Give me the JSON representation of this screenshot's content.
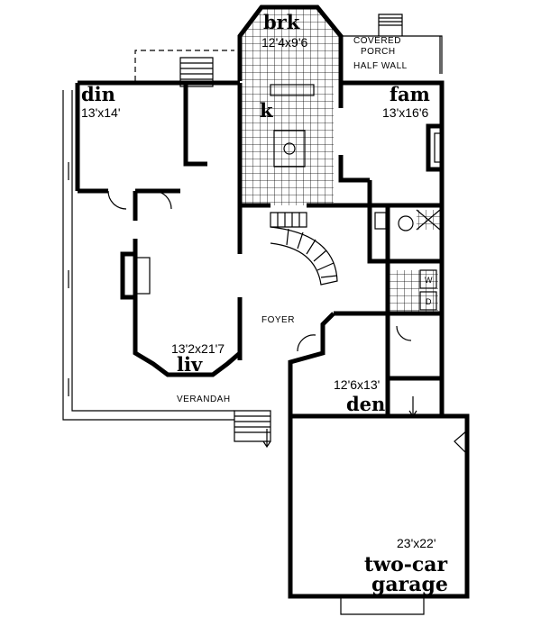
{
  "rooms": {
    "breakfast": {
      "name": "brk",
      "size": "12'4x9'6"
    },
    "kitchen": {
      "name": "k"
    },
    "dining": {
      "name": "din",
      "size": "13'x14'"
    },
    "family": {
      "name": "fam",
      "size": "13'x16'6"
    },
    "living": {
      "name": "liv",
      "size": "13'2x21'7"
    },
    "den": {
      "name": "den",
      "size": "12'6x13'"
    },
    "garage": {
      "name_line1": "two-car",
      "name_line2": "garage",
      "size": "23'x22'"
    }
  },
  "labels": {
    "covered_porch_1": "COVERED",
    "covered_porch_2": "PORCH",
    "half_wall": "HALF WALL",
    "foyer": "FOYER",
    "verandah": "VERANDAH",
    "washer": "W",
    "dryer": "D"
  }
}
